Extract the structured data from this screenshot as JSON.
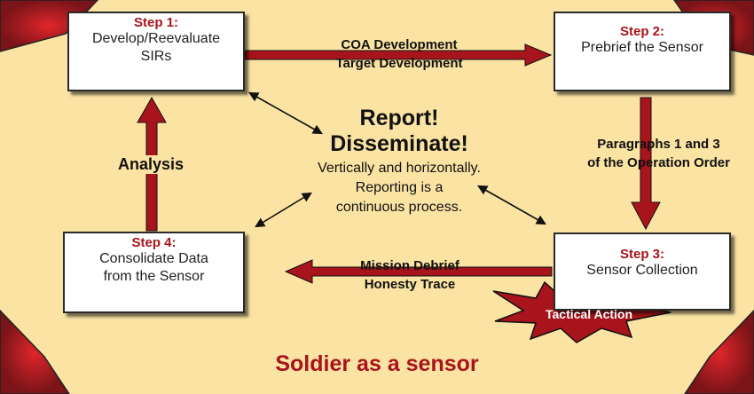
{
  "steps": [
    {
      "title": "Step 1:",
      "label_lines": [
        "Develop/Reevaluate",
        "SIRs"
      ]
    },
    {
      "title": "Step 2:",
      "label_lines": [
        "Prebrief the Sensor"
      ]
    },
    {
      "title": "Step 3:",
      "label_lines": [
        "Sensor Collection"
      ]
    },
    {
      "title": "Step 4:",
      "label_lines": [
        "Consolidate Data",
        "from the Sensor"
      ]
    }
  ],
  "flows": {
    "top": [
      "COA Development",
      "Target Development"
    ],
    "right": [
      "Paragraphs 1 and 3",
      "of the Operation Order"
    ],
    "bottom": [
      "Mission Debrief",
      "Honesty Trace"
    ],
    "left": [
      "Analysis"
    ]
  },
  "center": {
    "headline_lines": [
      "Report!",
      "Disseminate!"
    ],
    "text_lines": [
      "Vertically and horizontally.",
      "Reporting is a",
      "continuous process."
    ]
  },
  "burst_label": "Tactical Action",
  "footer": "Soldier as a sensor",
  "colors": {
    "background": "#FAE3A3",
    "arrow": "#A8141B",
    "title": "#A8141B",
    "corner_arrow": "#7A1418",
    "corner_glow": "#E0262B"
  }
}
